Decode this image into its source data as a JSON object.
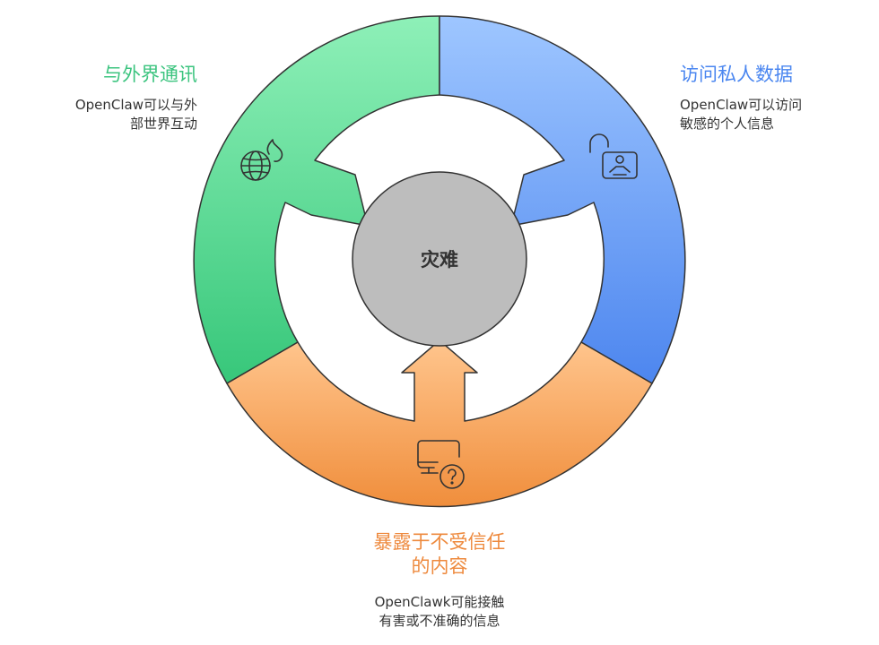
{
  "center": {
    "label": "灾难"
  },
  "segments": [
    {
      "title": "与外界通讯",
      "desc_lines": [
        "OpenClaw可以与外",
        "部世界互动"
      ],
      "icon": "globe-fire-icon",
      "color": "#3cc47f"
    },
    {
      "title": "访问私人数据",
      "desc_lines": [
        "OpenClaw可以访问",
        "敏感的个人信息"
      ],
      "icon": "unlocked-person-icon",
      "color": "#4a86f0"
    },
    {
      "title_lines": [
        "暴露于不受信任",
        "的内容"
      ],
      "desc_lines": [
        "OpenClawk可能接触",
        "有害或不准确的信息"
      ],
      "icon": "monitor-question-icon",
      "color": "#ee8a3e"
    }
  ],
  "colors": {
    "green": "#3cc47f",
    "blue": "#4a86f0",
    "orange": "#ee8a3e",
    "center": "#bdbdbd",
    "outline": "#333333"
  }
}
